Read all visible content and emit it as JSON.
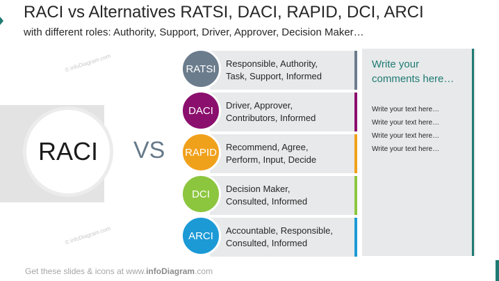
{
  "header": {
    "title": "RACI vs Alternatives RATSI, DACI, RAPID, DCI, ARCI",
    "subtitle": "with different roles: Authority, Support, Driver, Approver, Decision Maker…"
  },
  "main": {
    "raci_label": "RACI",
    "vs_label": "VS"
  },
  "alternatives": [
    {
      "name": "RATSI",
      "line1": "Responsible, Authority,",
      "line2": "Task, Support, Informed",
      "color": "#6b7c8c"
    },
    {
      "name": "DACI",
      "line1": "Driver, Approver,",
      "line2": "Contributors, Informed",
      "color": "#8b0f6d"
    },
    {
      "name": "RAPID",
      "line1": "Recommend, Agree,",
      "line2": "Perform, Input, Decide",
      "color": "#f0a11c"
    },
    {
      "name": "DCI",
      "line1": "Decision Maker,",
      "line2": "Consulted, Informed",
      "color": "#8cc63f"
    },
    {
      "name": "ARCI",
      "line1": "Accountable, Responsible,",
      "line2": "Consulted, Informed",
      "color": "#1c9ad6"
    }
  ],
  "comments": {
    "heading_line1": "Write your",
    "heading_line2": "comments here…",
    "items": [
      "Write your text here…",
      "Write your text here…",
      "Write your text here…",
      "Write your text here…"
    ]
  },
  "watermark": "© infoDiagram.com",
  "footer": {
    "prefix": "Get these slides & icons at www.",
    "brand": "infoDiagram",
    "suffix": ".com"
  },
  "colors": {
    "accent": "#1f7a73"
  }
}
